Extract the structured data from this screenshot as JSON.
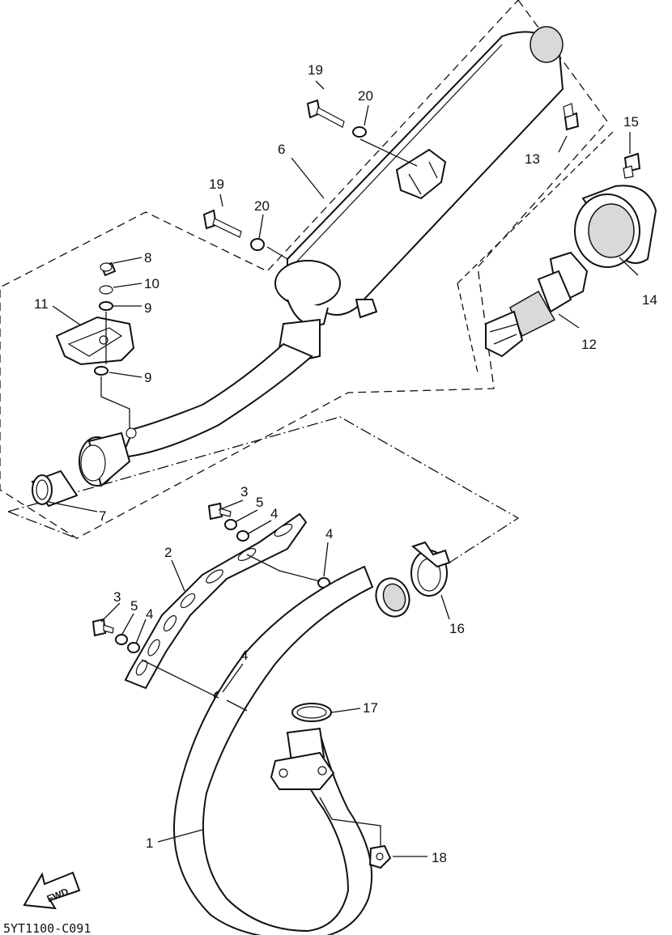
{
  "drawing_code": "5YT1100-C091",
  "direction_label": "FWD",
  "callouts": {
    "c1": "1",
    "c2": "2",
    "c3a": "3",
    "c3b": "3",
    "c4a": "4",
    "c4b": "4",
    "c4c": "4",
    "c4d": "4",
    "c5a": "5",
    "c5b": "5",
    "c6": "6",
    "c7": "7",
    "c8": "8",
    "c9a": "9",
    "c9b": "9",
    "c10": "10",
    "c11": "11",
    "c12": "12",
    "c13": "13",
    "c14": "14",
    "c15": "15",
    "c16": "16",
    "c17": "17",
    "c18": "18",
    "c19a": "19",
    "c19b": "19",
    "c20a": "20",
    "c20b": "20"
  }
}
